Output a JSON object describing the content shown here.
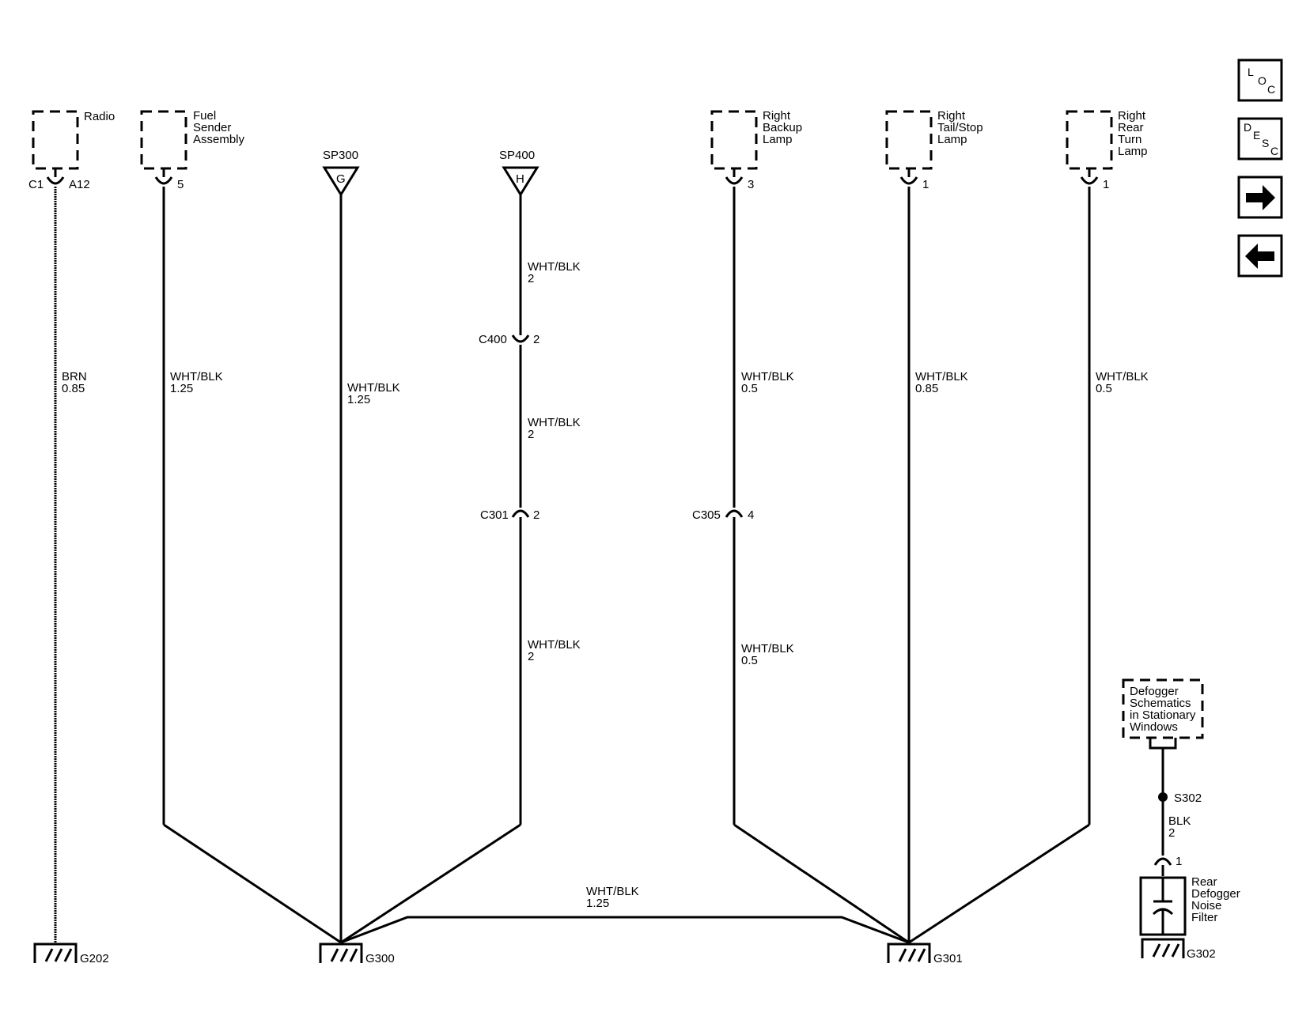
{
  "nav": {
    "loc": [
      "L",
      "O",
      "C"
    ],
    "desc": [
      "D",
      "E",
      "S",
      "C"
    ],
    "next_icon": "right-arrow-icon",
    "prev_icon": "left-arrow-icon"
  },
  "components": {
    "radio": {
      "lines": [
        "Radio"
      ],
      "connector": "C1",
      "pin": "A12"
    },
    "fuel_sender": {
      "lines": [
        "Fuel",
        "Sender",
        "Assembly"
      ],
      "pin": "5"
    },
    "right_backup": {
      "lines": [
        "Right",
        "Backup",
        "Lamp"
      ],
      "pin": "3"
    },
    "right_tail_stop": {
      "lines": [
        "Right",
        "Tail/Stop",
        "Lamp"
      ],
      "pin": "1"
    },
    "right_rear_turn": {
      "lines": [
        "Right",
        "Rear",
        "Turn",
        "Lamp"
      ],
      "pin": "1"
    },
    "defogger_ref": {
      "lines": [
        "Defogger",
        "Schematics",
        "in Stationary",
        "Windows"
      ]
    },
    "noise_filter": {
      "lines": [
        "Rear",
        "Defogger",
        "Noise",
        "Filter"
      ],
      "pin": "1"
    }
  },
  "splices": {
    "sp300": {
      "name": "SP300",
      "letter": "G"
    },
    "sp400": {
      "name": "SP400",
      "letter": "H"
    },
    "s302": {
      "name": "S302"
    }
  },
  "connectors": {
    "c400": {
      "name": "C400",
      "pin": "2"
    },
    "c301": {
      "name": "C301",
      "pin": "2"
    },
    "c305": {
      "name": "C305",
      "pin": "4"
    }
  },
  "wires": {
    "radio": [
      "BRN",
      "0.85"
    ],
    "fuel": [
      "WHT/BLK",
      "1.25"
    ],
    "sp300": [
      "WHT/BLK",
      "1.25"
    ],
    "sp400_top": [
      "WHT/BLK",
      "2"
    ],
    "sp400_mid": [
      "WHT/BLK",
      "2"
    ],
    "sp400_low": [
      "WHT/BLK",
      "2"
    ],
    "backup_top": [
      "WHT/BLK",
      "0.5"
    ],
    "backup_low": [
      "WHT/BLK",
      "0.5"
    ],
    "tail": [
      "WHT/BLK",
      "0.85"
    ],
    "turn": [
      "WHT/BLK",
      "0.5"
    ],
    "g300_g301": [
      "WHT/BLK",
      "1.25"
    ],
    "defogger": [
      "BLK",
      "2"
    ]
  },
  "grounds": {
    "g202": "G202",
    "g300": "G300",
    "g301": "G301",
    "g302": "G302"
  }
}
